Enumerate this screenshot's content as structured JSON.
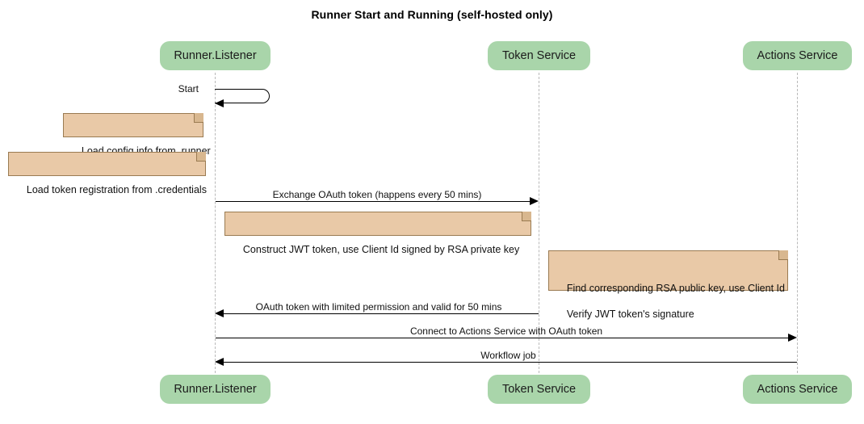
{
  "diagram": {
    "type": "sequence-diagram",
    "title": "Runner Start and Running (self-hosted only)"
  },
  "participants": [
    {
      "id": "runner",
      "label": "Runner.Listener"
    },
    {
      "id": "token",
      "label": "Token Service"
    },
    {
      "id": "actions",
      "label": "Actions Service"
    }
  ],
  "notes": [
    {
      "id": "note-config",
      "text": "Load config info from .runner"
    },
    {
      "id": "note-credentials",
      "text": "Load token registration from .credentials"
    },
    {
      "id": "note-jwt",
      "text": "Construct JWT token, use Client Id signed by RSA private key"
    },
    {
      "id": "note-verify-line1",
      "text": "Find corresponding RSA public key, use Client Id"
    },
    {
      "id": "note-verify-line2",
      "text": "Verify JWT token's signature"
    }
  ],
  "messages": [
    {
      "id": "msg-start",
      "label": "Start",
      "from": "runner",
      "to": "runner",
      "kind": "self"
    },
    {
      "id": "msg-exchange",
      "label": "Exchange OAuth token (happens every 50 mins)",
      "from": "runner",
      "to": "token",
      "direction": "right"
    },
    {
      "id": "msg-oauth-token",
      "label": "OAuth token with limited permission and valid for 50 mins",
      "from": "token",
      "to": "runner",
      "direction": "left"
    },
    {
      "id": "msg-connect",
      "label": "Connect to Actions Service with OAuth token",
      "from": "runner",
      "to": "actions",
      "direction": "right"
    },
    {
      "id": "msg-workflow",
      "label": "Workflow job",
      "from": "actions",
      "to": "runner",
      "direction": "left"
    }
  ],
  "colors": {
    "participant_fill": "#a9d5aa",
    "note_fill": "#e9c9a7",
    "note_border": "#9a7b52",
    "lifeline": "#b9b9b9",
    "line": "#000000",
    "background": "#ffffff"
  }
}
